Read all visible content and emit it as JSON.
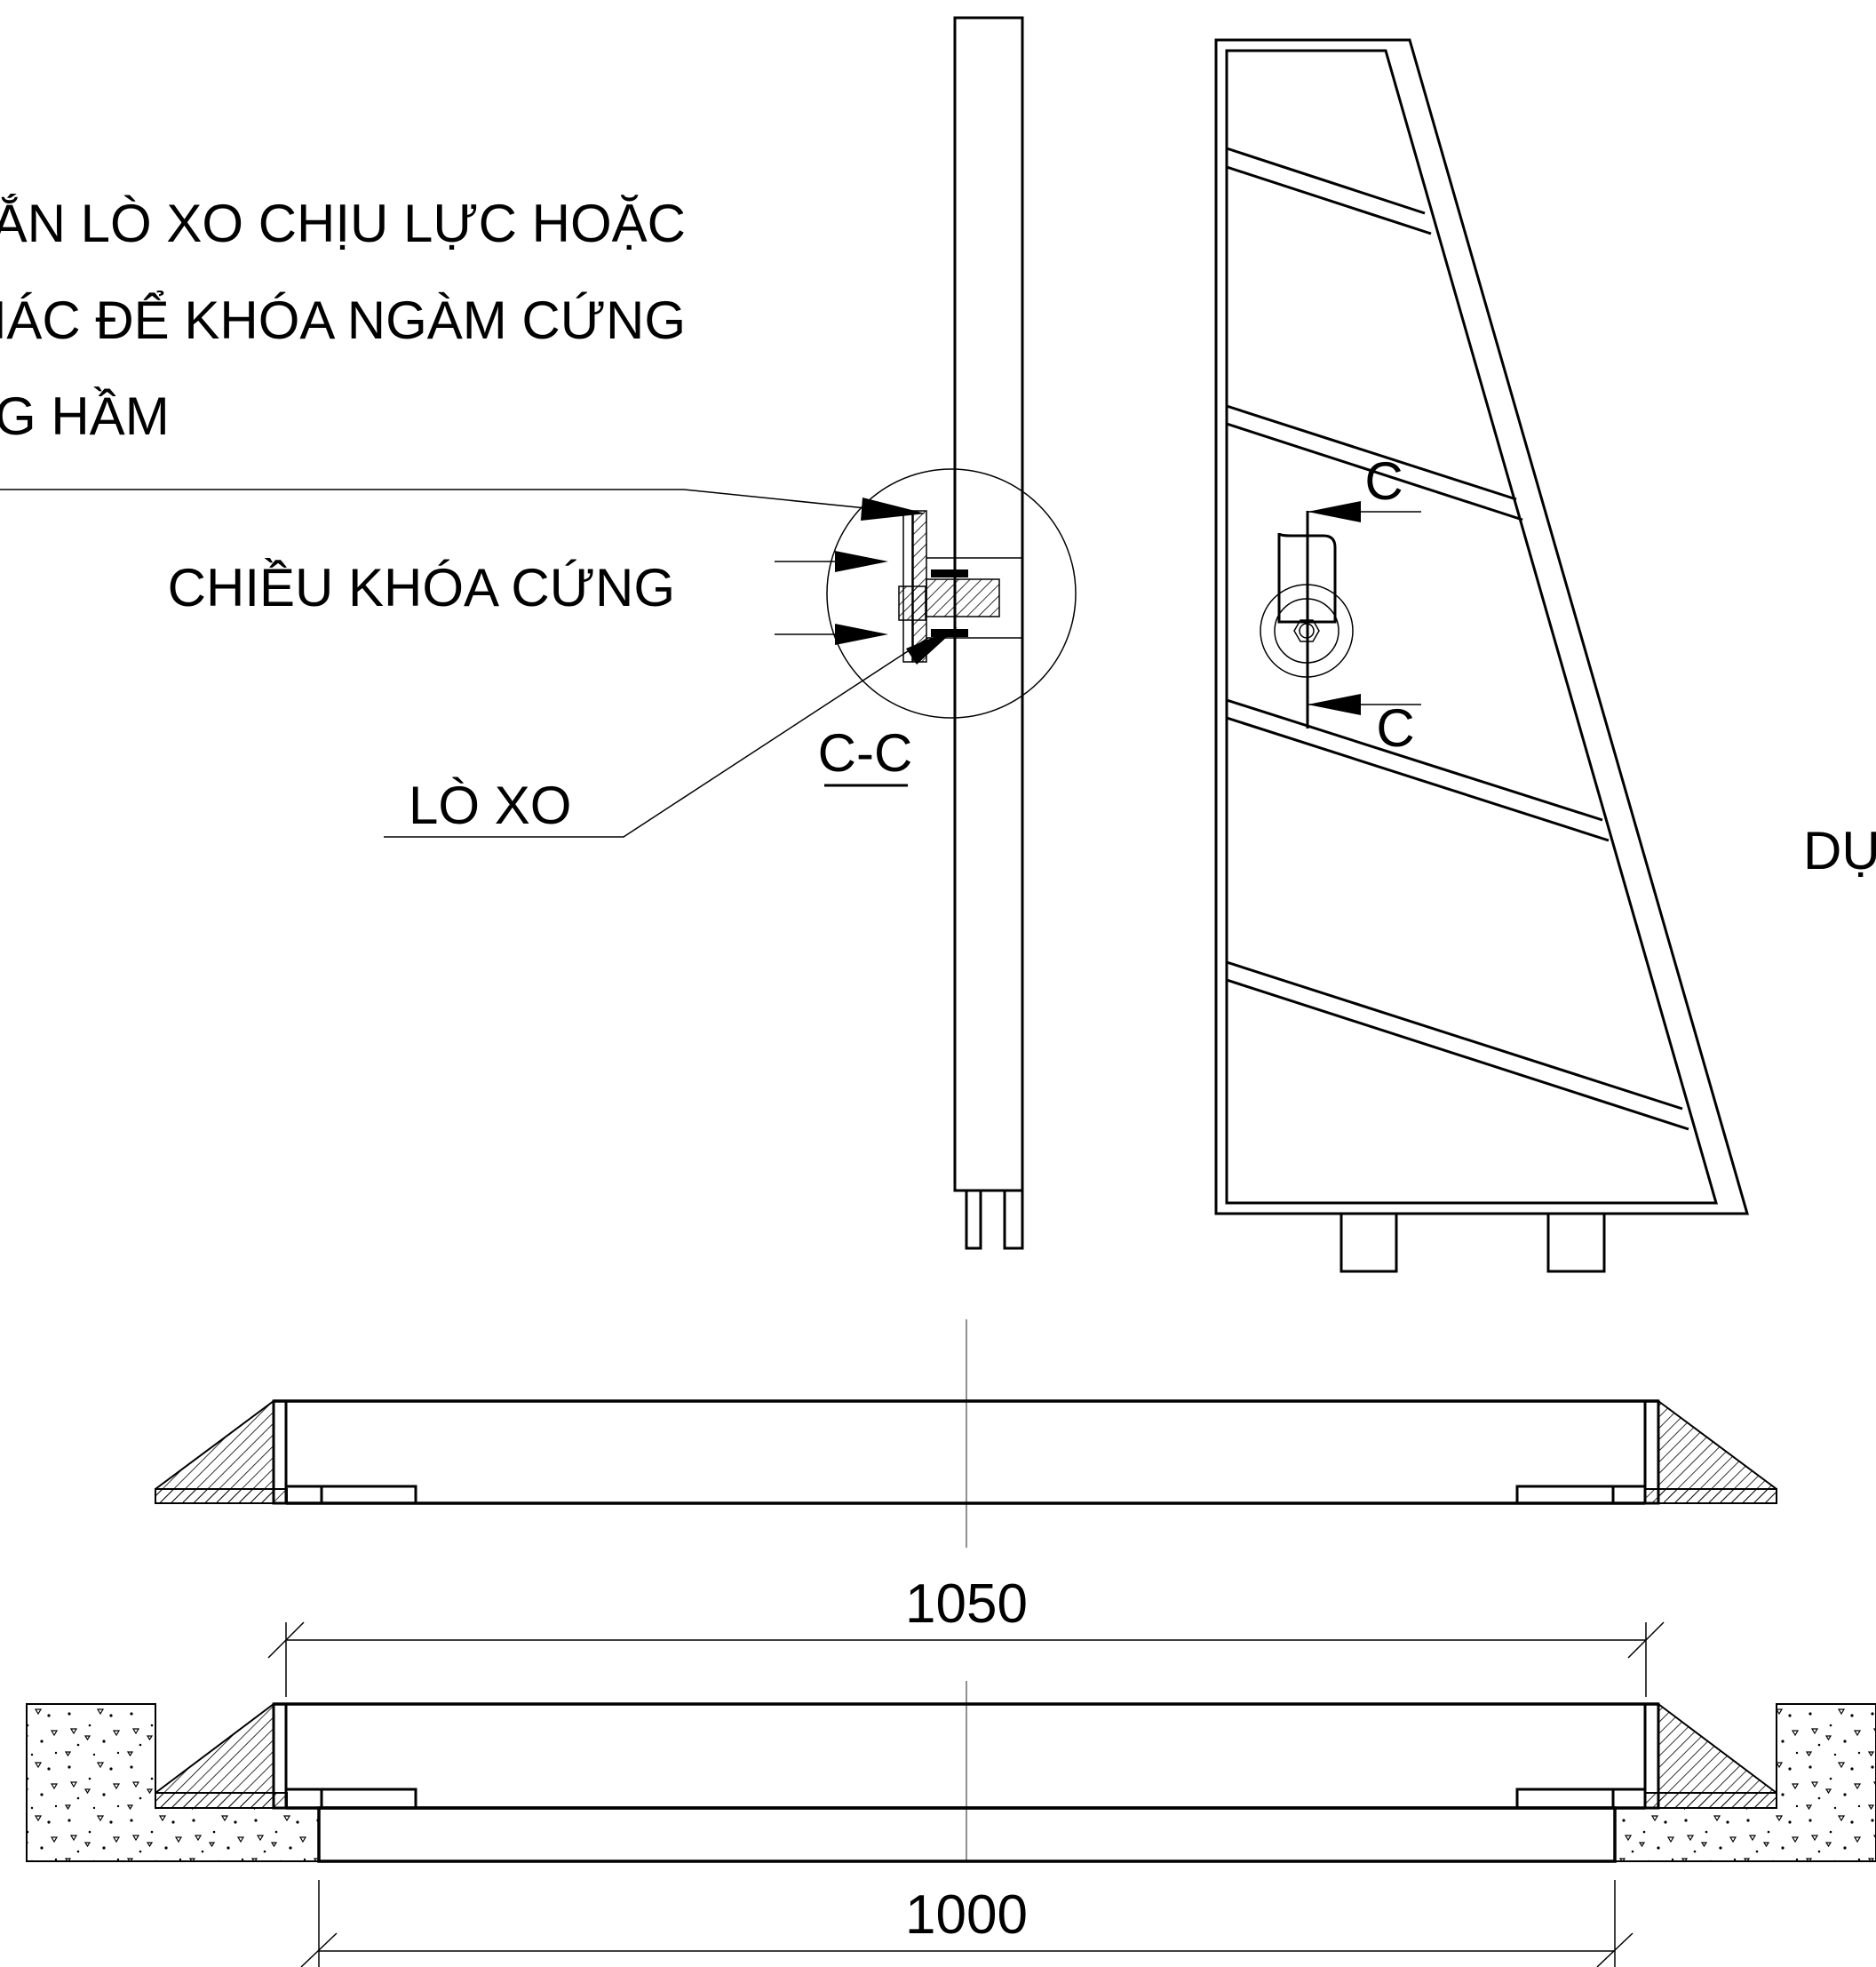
{
  "notes": {
    "line1": "GẮN LÒ XO CHỊU LỰC HOẶC",
    "line2": "KHÁC ĐỂ KHÓA NGÀM CỨNG",
    "line3": "G HẦM"
  },
  "labels": {
    "lock_direction": "CHIỀU KHÓA CỨNG",
    "spring": "LÒ XO",
    "section": "C-C",
    "cut_top": "C",
    "cut_bottom": "C",
    "right_edge": "DỤI"
  },
  "dimensions": {
    "upper": "1050",
    "lower": "1000"
  },
  "colors": {
    "line": "#000000",
    "background": "#ffffff"
  }
}
